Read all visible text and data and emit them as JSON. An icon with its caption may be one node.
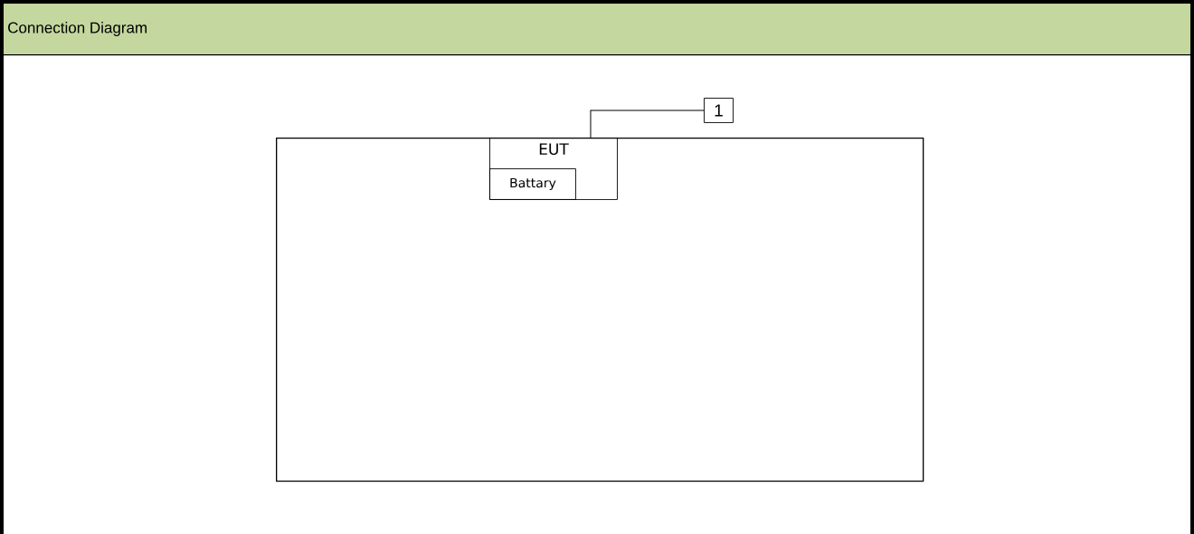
{
  "diagram": {
    "title": "Connection Diagram",
    "nodes": [
      {
        "text": [],
        "shape": "box"
      },
      {
        "text": [
          "EUT"
        ],
        "in": 0
      },
      {
        "text": [
          "Battary"
        ],
        "in": 1
      },
      {
        "text": [
          "1"
        ]
      }
    ],
    "edges": [
      {
        "from": 3,
        "to": 1,
        "arrow": "none"
      }
    ]
  }
}
